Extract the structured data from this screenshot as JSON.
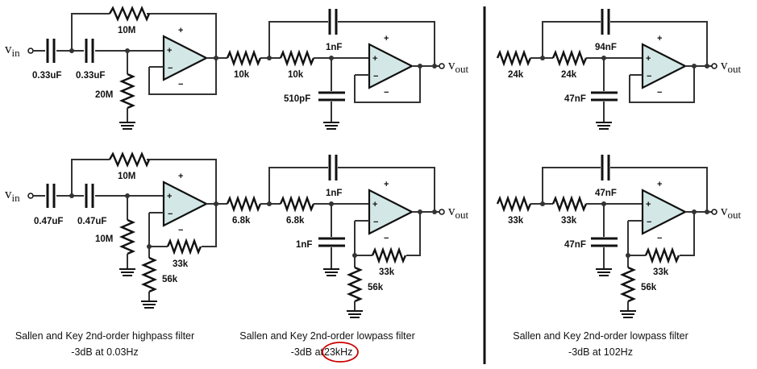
{
  "signals": {
    "vin_main": "v",
    "vin_sub": "in",
    "vout_main": "v",
    "vout_sub": "out"
  },
  "opamp_signs": {
    "plus": "+",
    "minus": "−"
  },
  "circuits": {
    "top_highpass": {
      "r_feedback": "10M",
      "c1": "0.33uF",
      "c2": "0.33uF",
      "r_ground": "20M"
    },
    "top_lowpass": {
      "r1": "10k",
      "r2": "10k",
      "c_feedback": "1nF",
      "c_ground": "510pF"
    },
    "top_right_lowpass": {
      "r1": "24k",
      "r2": "24k",
      "c_feedback": "94nF",
      "c_ground": "47nF"
    },
    "bottom_highpass": {
      "r_feedback": "10M",
      "c1": "0.47uF",
      "c2": "0.47uF",
      "r_ground": "10M",
      "r_fb_gain": "33k",
      "r_gnd_gain": "56k"
    },
    "bottom_lowpass": {
      "r1": "6.8k",
      "r2": "6.8k",
      "c_feedback": "1nF",
      "c_ground": "1nF",
      "r_fb_gain": "33k",
      "r_gnd_gain": "56k"
    },
    "bottom_right_lowpass": {
      "r1": "33k",
      "r2": "33k",
      "c_feedback": "47nF",
      "c_ground": "47nF",
      "r_fb_gain": "33k",
      "r_gnd_gain": "56k"
    }
  },
  "captions": {
    "highpass_title": "Sallen and Key 2nd-order highpass filter",
    "highpass_freq": "-3dB at 0.03Hz",
    "lowpass_title": "Sallen and Key 2nd-order lowpass filter",
    "lowpass_freq_prefix": "-3dB at ",
    "lowpass_freq_value": "23kHz",
    "right_title": "Sallen and Key 2nd-order lowpass filter",
    "right_freq": "-3dB at 102Hz"
  },
  "colors": {
    "opamp_fill": "#d3e8e6",
    "highlight_circle": "#cc0000",
    "wire": "#333333"
  }
}
